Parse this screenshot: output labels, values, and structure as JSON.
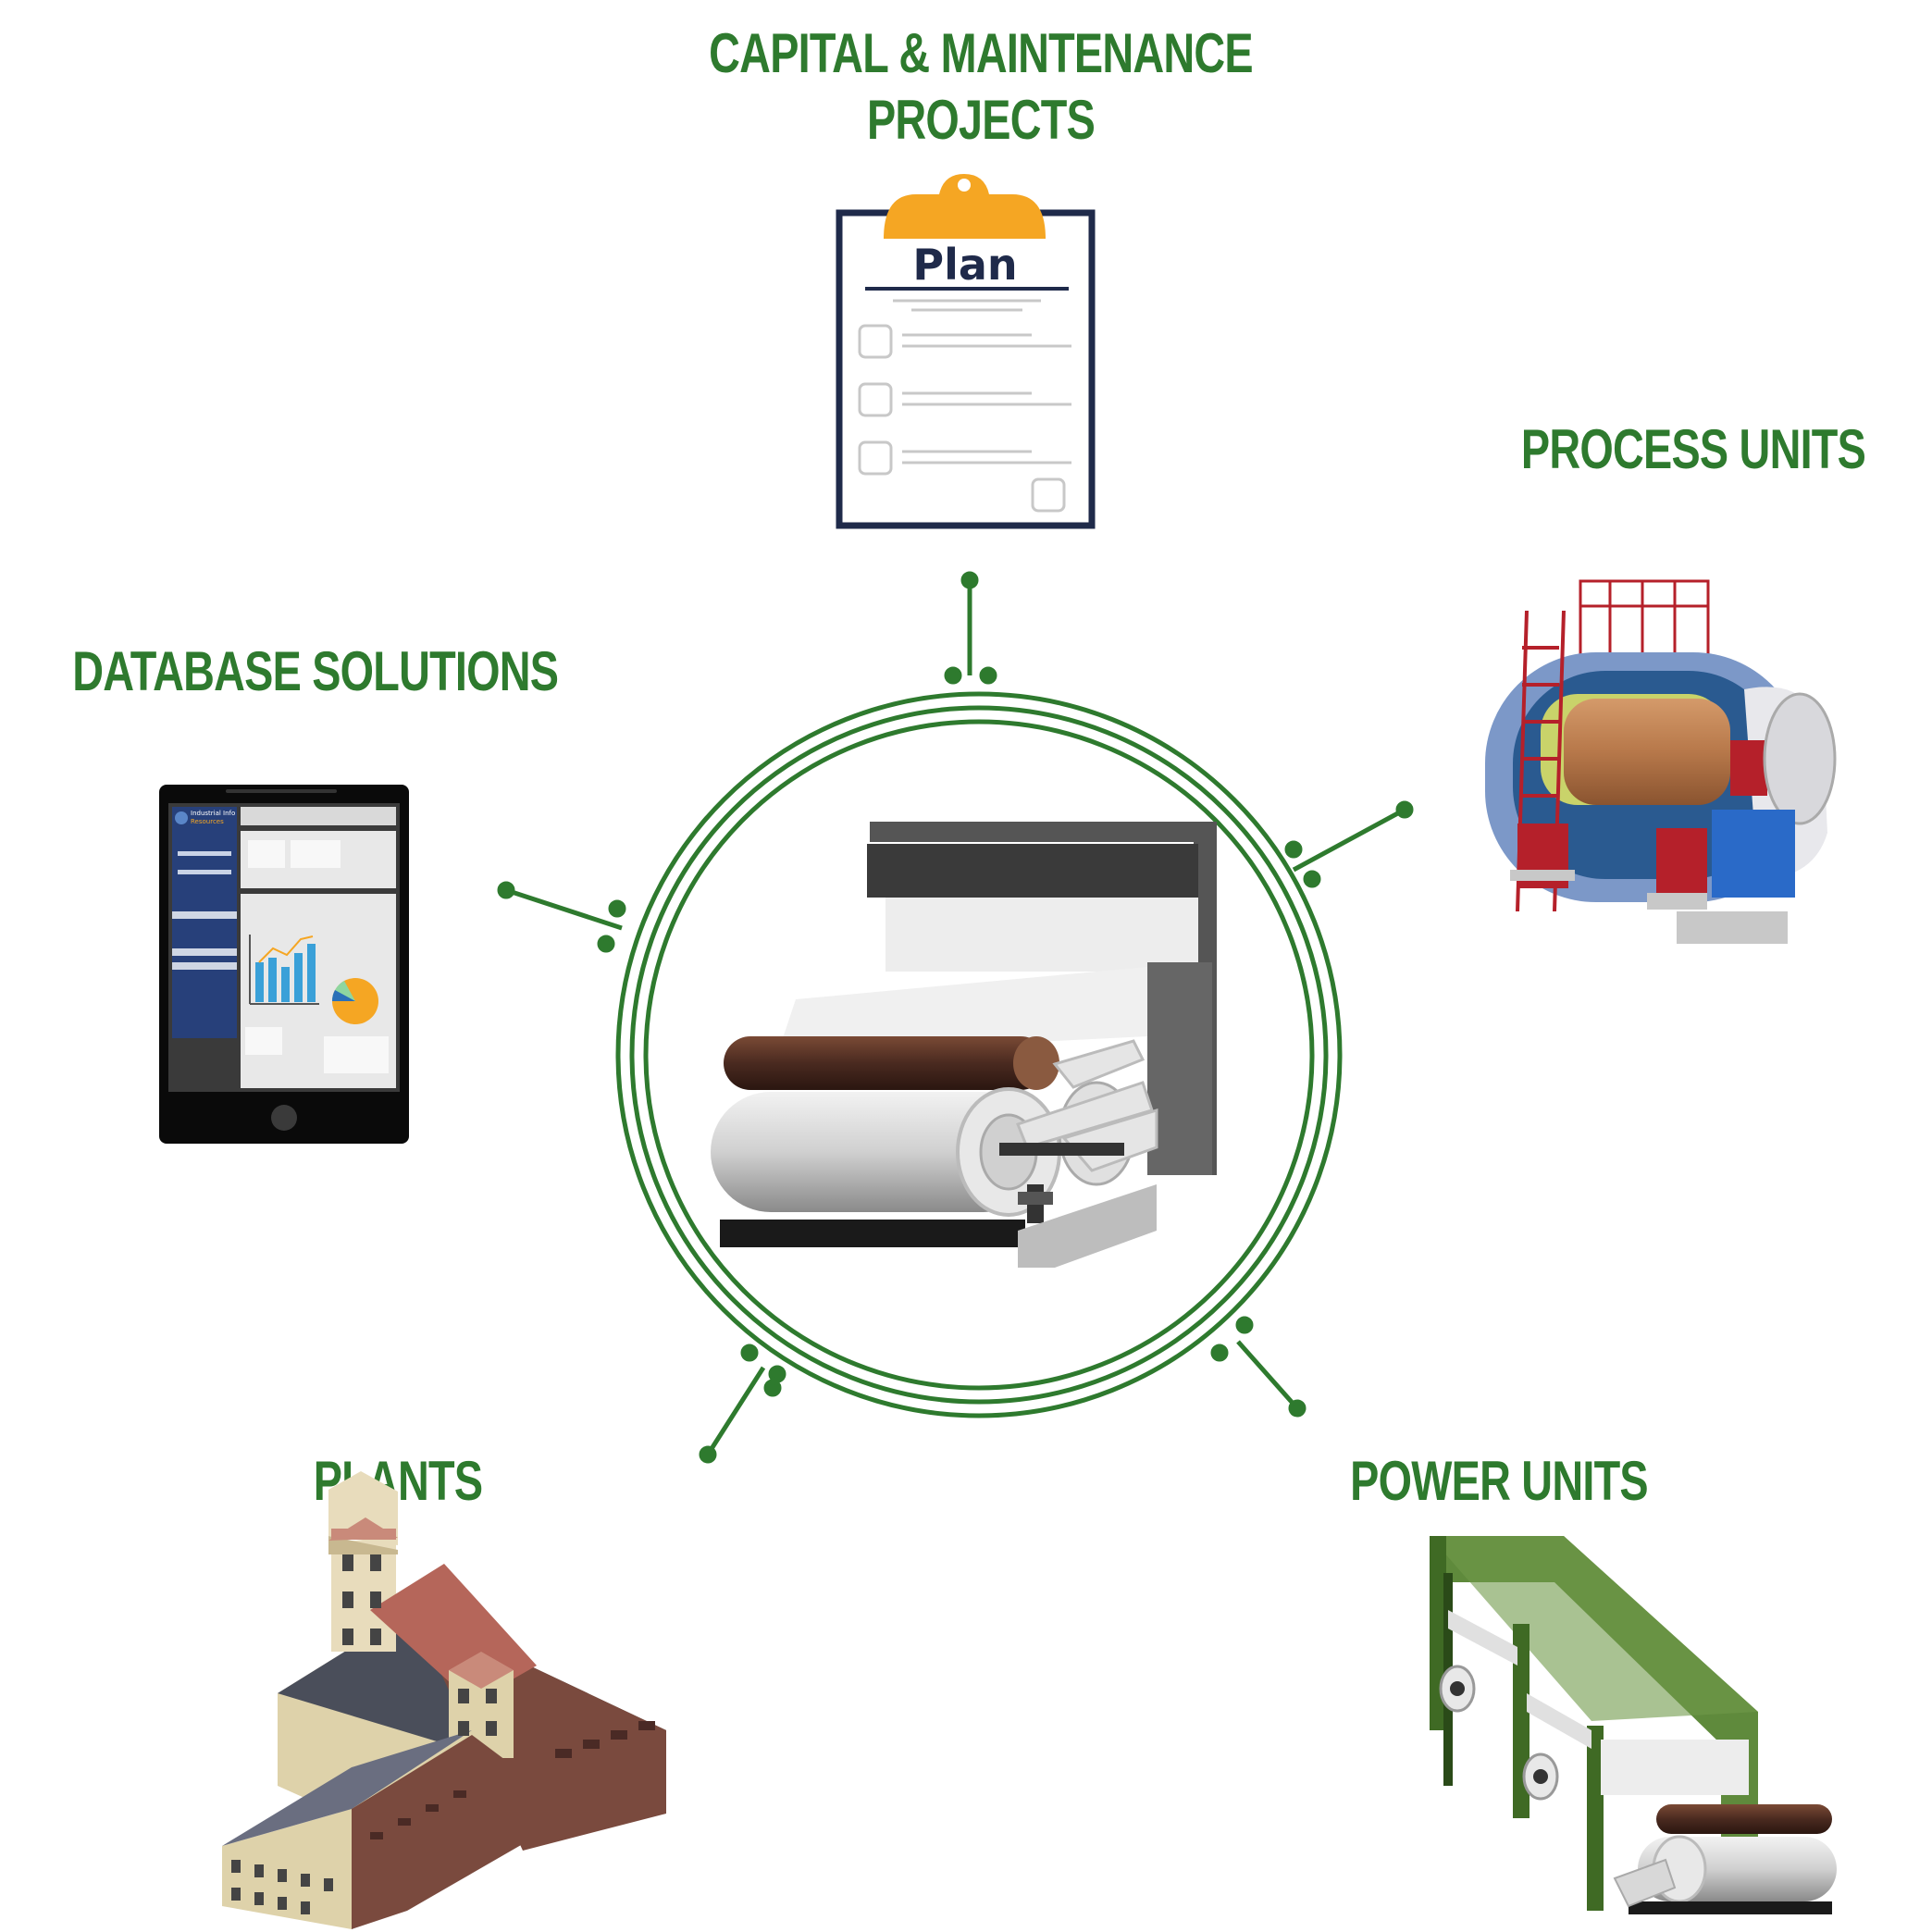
{
  "labels": {
    "capital_line1": "CAPITAL & MAINTENANCE",
    "capital_line2": "PROJECTS",
    "process_units": "PROCESS UNITS",
    "database_solutions": "DATABASE SOLUTIONS",
    "plants": "PLANTS",
    "power_units": "POWER UNITS"
  },
  "clipboard": {
    "heading": "Plan"
  },
  "tablet": {
    "brand_line1": "Industrial Info",
    "brand_line2": "Resources"
  },
  "colors": {
    "accent_green": "#2e7a2e",
    "navy": "#1f2a4a",
    "clip_orange": "#f5a623",
    "boiler_blue": "#7c98c8",
    "boiler_red": "#b5202a",
    "conveyor_green": "#5f8a3c",
    "roll_brown": "#4a2a20"
  },
  "icons": [
    "plan-clipboard-icon",
    "boiler-icon",
    "tablet-dashboard-icon",
    "paper-machine-icon",
    "factory-buildings-icon",
    "power-unit-machine-icon"
  ]
}
